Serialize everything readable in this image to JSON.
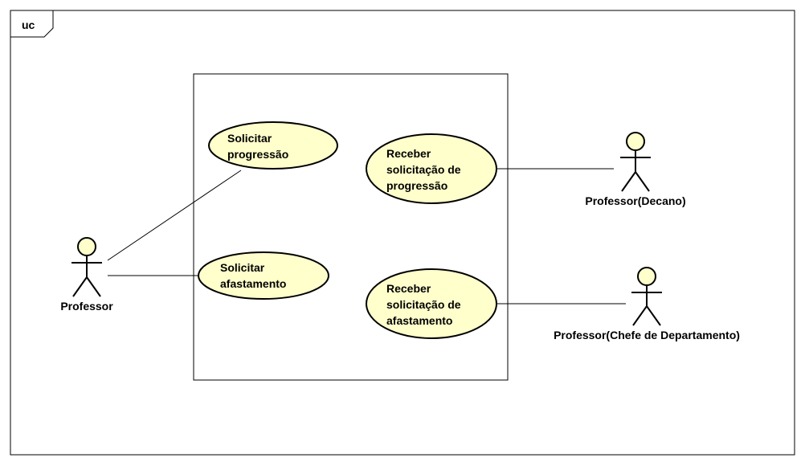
{
  "frame": {
    "tag": "uc"
  },
  "use_cases": [
    {
      "id": "uc1",
      "lines": [
        "Solicitar",
        "progressão"
      ]
    },
    {
      "id": "uc2",
      "lines": [
        "Solicitar",
        "afastamento"
      ]
    },
    {
      "id": "uc3",
      "lines": [
        "Receber",
        "solicitação de",
        "progressão"
      ]
    },
    {
      "id": "uc4",
      "lines": [
        "Receber",
        "solicitação de",
        "afastamento"
      ]
    }
  ],
  "actors": [
    {
      "id": "a1",
      "name": "Professor"
    },
    {
      "id": "a2",
      "name": "Professor(Decano)"
    },
    {
      "id": "a3",
      "name": "Professor(Chefe de Departamento)"
    }
  ],
  "colors": {
    "use_case_fill": "#ffffcc",
    "stroke": "#000000"
  }
}
